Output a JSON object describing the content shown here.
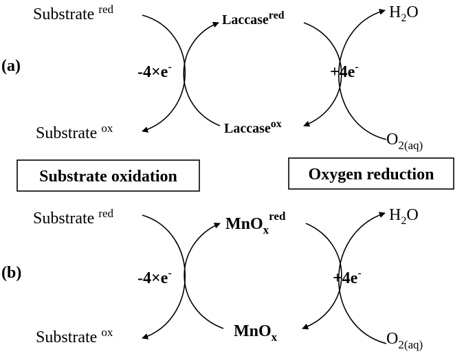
{
  "panel_a": {
    "label": "(a)",
    "substrate": "Substrate",
    "red_sup": "red",
    "ox_sup": "ox",
    "minus_electrons": "-4×e",
    "electron_sup": "-",
    "catalyst": "Laccase",
    "catalyst_red_sup": "red",
    "catalyst_ox_sup": "ox",
    "plus_electrons": "+4e",
    "water_h": "H",
    "water_2": "2",
    "water_o": "O",
    "oxygen_o": "O",
    "oxygen_sub": "2(aq)"
  },
  "boxes": {
    "left": "Substrate oxidation",
    "right": "Oxygen reduction"
  },
  "panel_b": {
    "label": "(b)",
    "substrate": "Substrate",
    "red_sup": "red",
    "ox_sup": "ox",
    "minus_electrons": "-4×e",
    "electron_sup": "-",
    "catalyst": "MnO",
    "catalyst_sub": "x",
    "catalyst_red_sup": "red",
    "plus_electrons": "+4e",
    "water_h": "H",
    "water_2": "2",
    "water_o": "O",
    "oxygen_o": "O",
    "oxygen_sub": "2(aq)"
  },
  "colors": {
    "ink": "#000000",
    "background": "#ffffff"
  }
}
